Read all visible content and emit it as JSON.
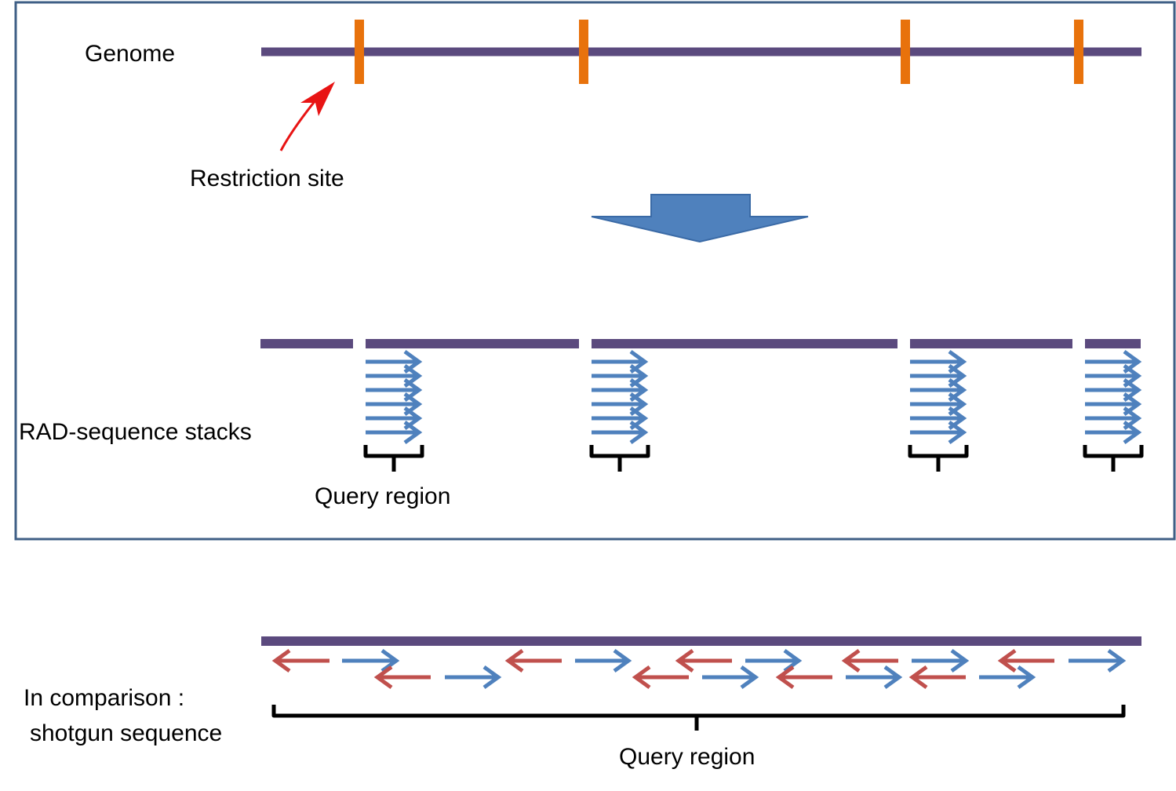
{
  "labels": {
    "genome": "Genome",
    "restriction_site": "Restriction site",
    "rad_stacks": "RAD-sequence stacks",
    "query_region_rad": "Query region",
    "comparison_line1": "In comparison :",
    "comparison_line2": "shotgun sequence",
    "query_region_shotgun": "Query region"
  },
  "colors": {
    "genome_line": "#5b4a7e",
    "restriction_site": "#e8720c",
    "pointer_arrow": "#e81414",
    "big_arrow_fill": "#4f81bd",
    "big_arrow_stroke": "#3a6aa6",
    "forward_read": "#4f81bd",
    "reverse_read": "#c0504d",
    "frame_border": "#3f5f86",
    "bracket": "#000000"
  }
}
